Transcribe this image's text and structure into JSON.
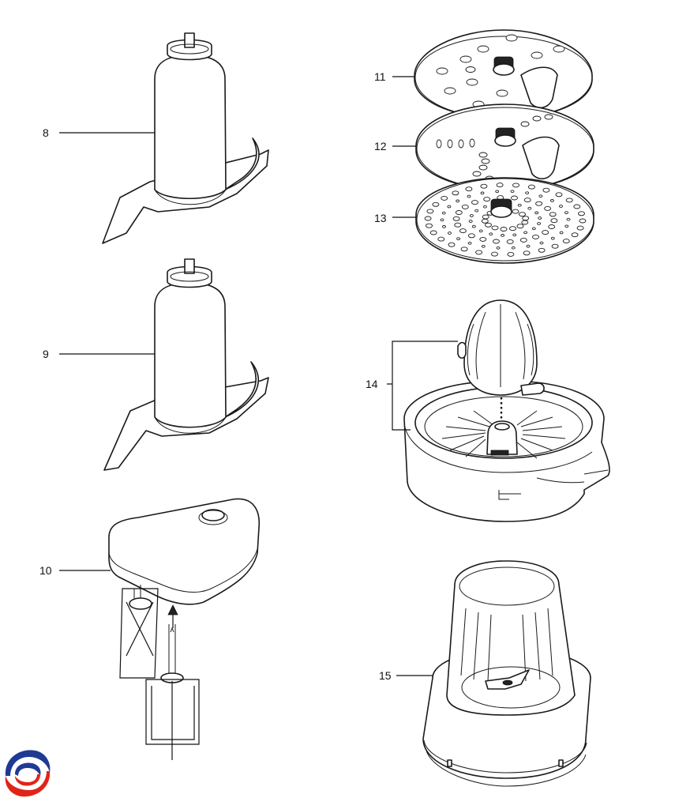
{
  "labels": {
    "p8": "8",
    "p9": "9",
    "p10": "10",
    "p11": "11",
    "p12": "12",
    "p13": "13",
    "p14": "14",
    "p15": "15"
  },
  "colors": {
    "line": "#1a1a1a",
    "background": "#ffffff",
    "logo_red": "#e2231a",
    "logo_blue": "#1f3a93"
  },
  "icons": {
    "logo": "spiral-logo-icon"
  }
}
